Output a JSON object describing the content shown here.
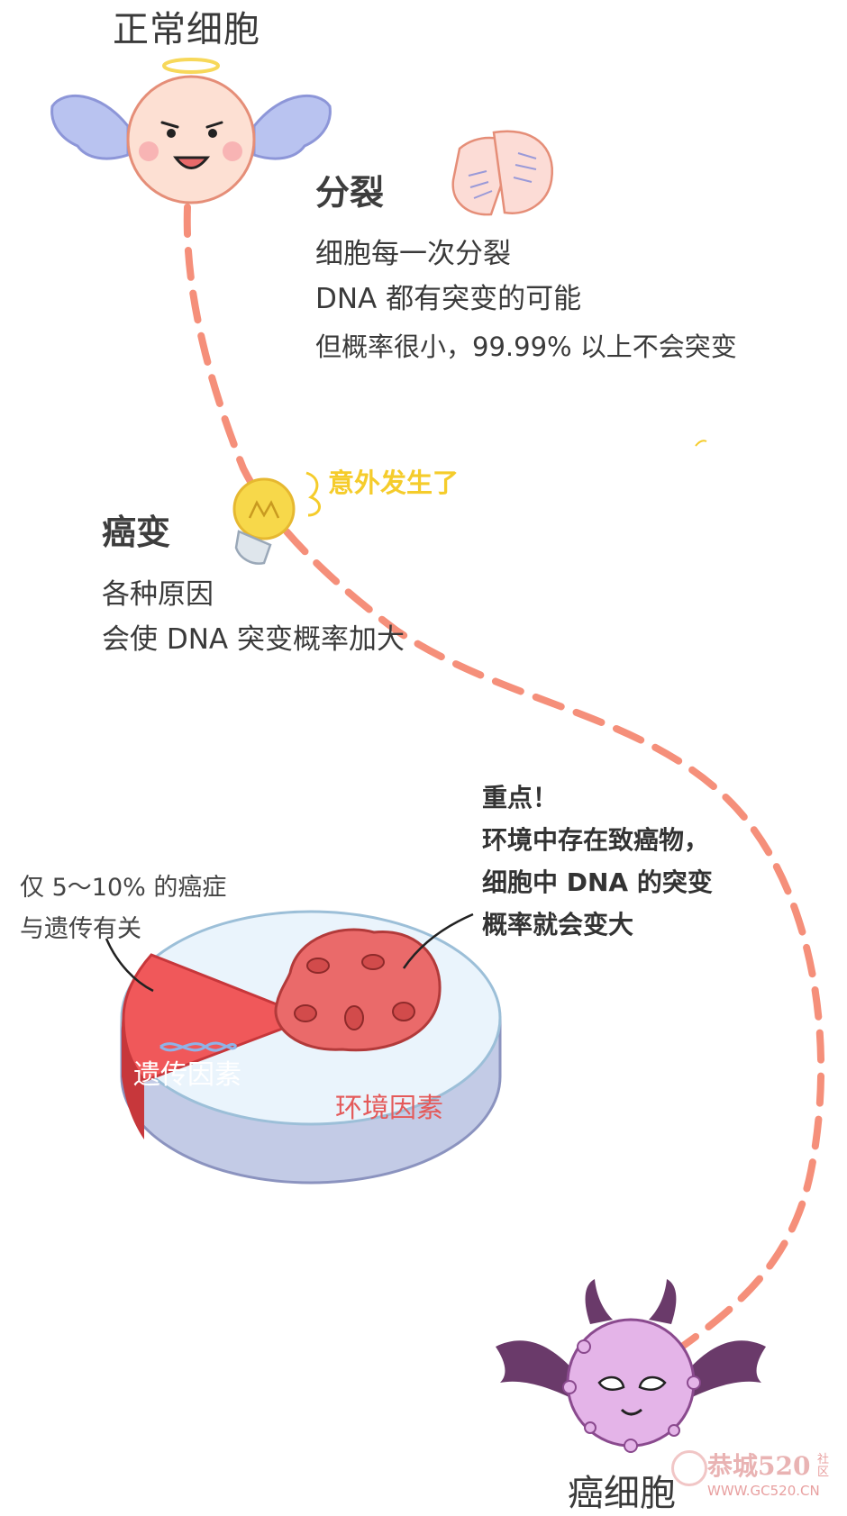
{
  "normal_cell": {
    "label": "正常细胞"
  },
  "division": {
    "heading": "分裂",
    "lines": [
      "细胞每一次分裂",
      "DNA 都有突变的可能",
      "但概率很小，99.99% 以上不会突变"
    ]
  },
  "accident": {
    "label": "意外发生了"
  },
  "mutation": {
    "heading": "癌变",
    "lines": [
      "各种原因",
      "会使 DNA 突变概率加大"
    ]
  },
  "heredity_note": {
    "lines": [
      "仅 5～10% 的癌症",
      "与遗传有关"
    ]
  },
  "key_note": {
    "lines": [
      "重点！",
      "环境中存在致癌物，",
      "细胞中 DNA 的突变",
      "概率就会变大"
    ]
  },
  "pie": {
    "genetic_label": "遗传因素",
    "environment_label": "环境因素",
    "genetic_share_percent": 10,
    "colors": {
      "genetic": "#f0585a",
      "environment": "#eaf4fc",
      "side": "#c3cbe6"
    }
  },
  "cancer_cell": {
    "label": "癌细胞"
  },
  "watermark": {
    "text": "WWW.GC520.CN",
    "cn_text": "恭城520",
    "sub_text": "社区"
  },
  "colors": {
    "dashed_path": "#f58f7a",
    "accident": "#f5cc2b",
    "halo": "#f7d85a",
    "cancer_body": "#e4b4e8",
    "wing_dark": "#6a3a6a"
  }
}
